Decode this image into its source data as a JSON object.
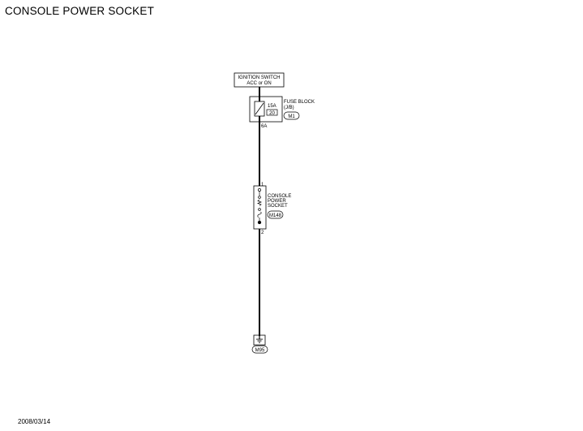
{
  "title": "CONSOLE POWER SOCKET",
  "date": "2008/03/14",
  "ignition_switch": {
    "line1": "IGNITION SWITCH",
    "line2": "ACC or ON"
  },
  "fuse": {
    "rating": "15A",
    "number": "20",
    "label_line1": "FUSE BLOCK",
    "label_line2": "(J/B)",
    "connector": "M1",
    "terminal": "6A"
  },
  "socket": {
    "pin_top": "1",
    "pin_bottom": "2",
    "label_line1": "CONSOLE",
    "label_line2": "POWER",
    "label_line3": "SOCKET",
    "connector": "M148"
  },
  "ground": {
    "connector": "M95"
  }
}
